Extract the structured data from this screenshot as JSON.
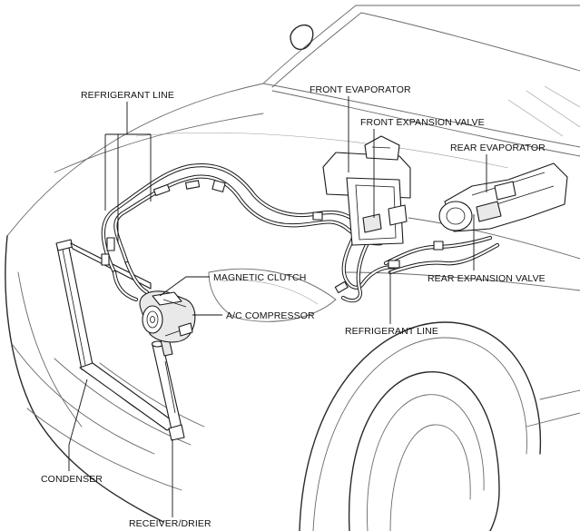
{
  "labels": {
    "refrigerant_line_top": "REFRIGERANT LINE",
    "front_evaporator": "FRONT EVAPORATOR",
    "front_expansion_valve": "FRONT EXPANSION VALVE",
    "rear_evaporator": "REAR EVAPORATOR",
    "magnetic_clutch": "MAGNETIC CLUTCH",
    "ac_compressor": "A/C COMPRESSOR",
    "rear_expansion_valve": "REAR EXPANSION VALVE",
    "refrigerant_line_bottom": "REFRIGERANT LINE",
    "condenser": "CONDENSER",
    "receiver_drier": "RECEIVER/DRIER"
  }
}
